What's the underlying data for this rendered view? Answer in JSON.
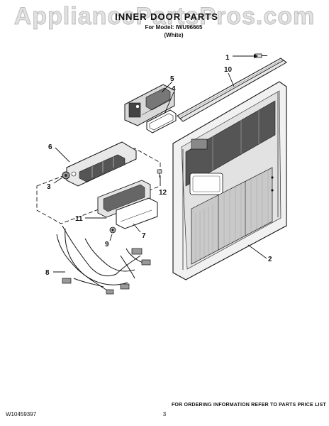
{
  "watermark": "AppliancePartsPros.com",
  "header": {
    "title": "INNER DOOR PARTS",
    "model_line": "For Model: IWU96665",
    "color_line": "(White)"
  },
  "callouts": [
    "1",
    "10",
    "5",
    "4",
    "6",
    "3",
    "12",
    "11",
    "7",
    "9",
    "8",
    "2"
  ],
  "footer": {
    "doc_number": "W10459397",
    "order_note": "FOR ORDERING INFORMATION REFER TO PARTS PRICE LIST",
    "page_number": "3"
  }
}
